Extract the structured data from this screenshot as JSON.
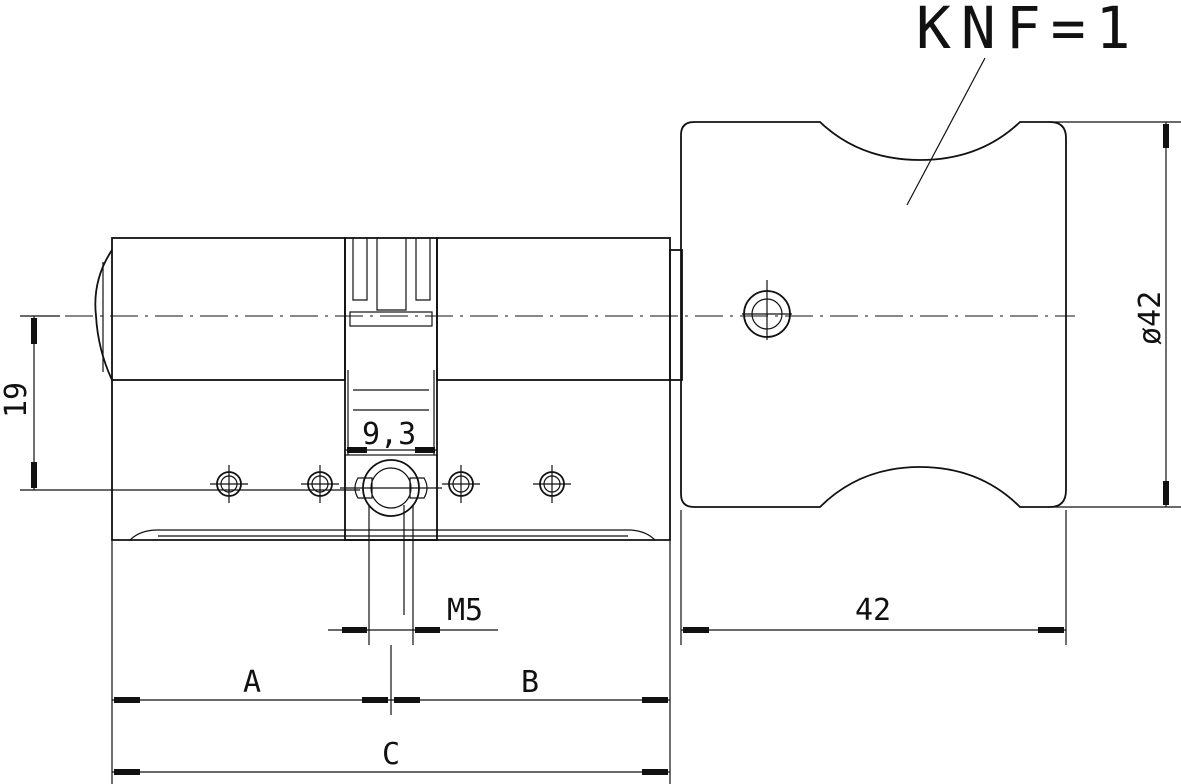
{
  "annotation": {
    "text": "KNF=1"
  },
  "dimensions": {
    "diameter": "ø42",
    "knob_length": "42",
    "height": "19",
    "cam_width": "9,3",
    "screw": "M5",
    "side_a": "A",
    "side_b": "B",
    "total": "C"
  }
}
